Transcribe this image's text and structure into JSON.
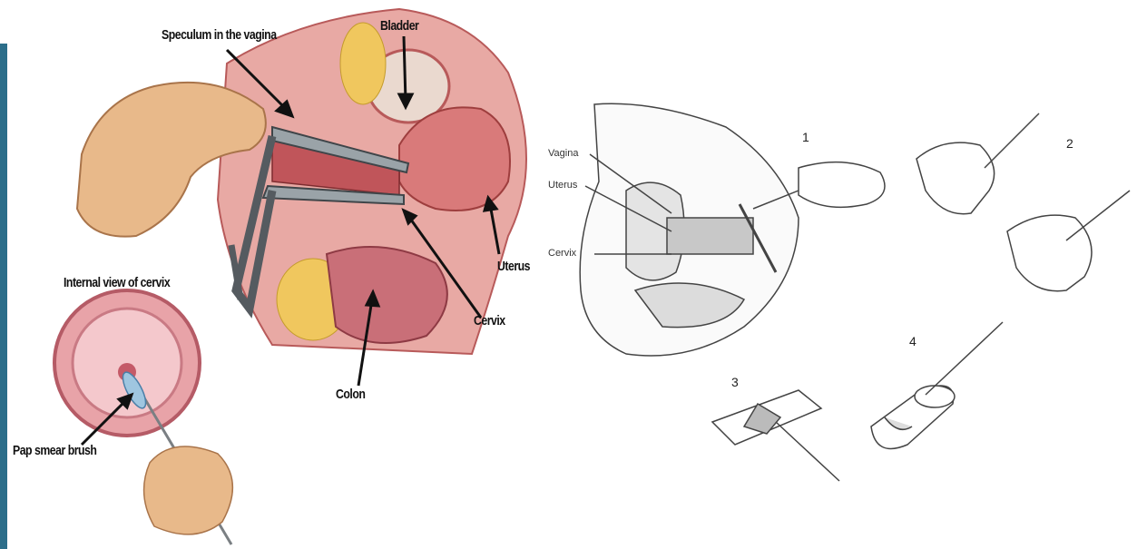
{
  "left_illustration": {
    "labels": {
      "speculum": "Speculum in the vagina",
      "bladder": "Bladder",
      "uterus": "Uterus",
      "cervix": "Cervix",
      "colon": "Colon",
      "internal_view": "Internal view of cervix",
      "brush": "Pap smear brush"
    }
  },
  "right_illustration": {
    "labels": {
      "vagina": "Vagina",
      "uterus": "Uterus",
      "cervix": "Cervix"
    },
    "steps": [
      "1",
      "2",
      "3",
      "4"
    ]
  },
  "colors": {
    "accent_bar": "#2c6e8a",
    "tissue": "#e8a9a4",
    "tissue_dark": "#b85a5a",
    "skin": "#e8b98a",
    "metal": "#555b60"
  }
}
